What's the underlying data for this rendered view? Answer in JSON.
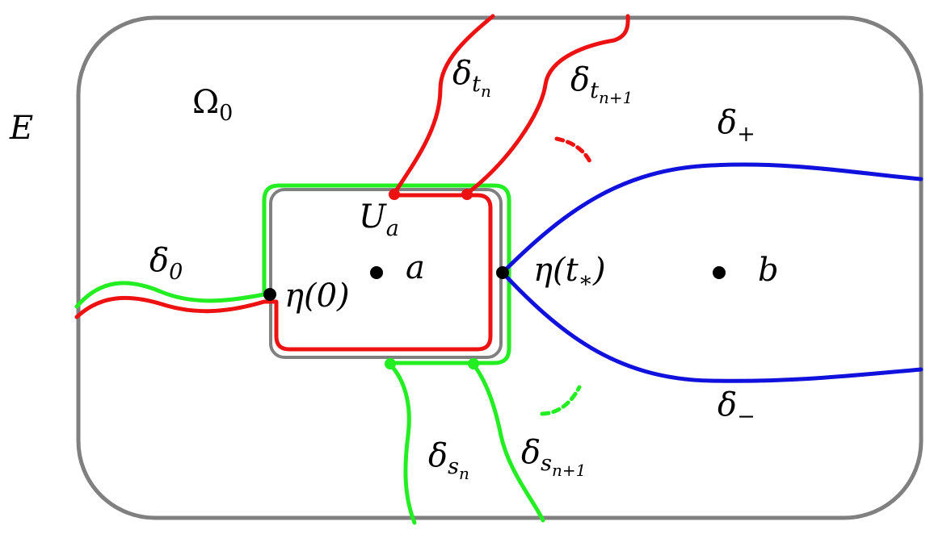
{
  "colors": {
    "frame": "#808080",
    "red": "#ee1111",
    "green": "#22ee22",
    "blue": "#1111dd",
    "point": "#000000"
  },
  "labels": {
    "E": {
      "base": "E"
    },
    "Omega0": {
      "base": "Ω",
      "sub": "0"
    },
    "U_a": {
      "base": "U",
      "sub": "a"
    },
    "a": {
      "base": "a"
    },
    "b": {
      "base": "b"
    },
    "eta0": {
      "base": "η(0)"
    },
    "eta_tstar": {
      "base": "η(t",
      "sub": "∗",
      "tail": ")"
    },
    "delta0": {
      "base": "δ",
      "sub": "0"
    },
    "delta_tn": {
      "base": "δ",
      "sub": "t",
      "subsub": "n"
    },
    "delta_tn1": {
      "base": "δ",
      "sub": "t",
      "subsub": "n+1"
    },
    "delta_plus": {
      "base": "δ",
      "sub": "+"
    },
    "delta_minus": {
      "base": "δ",
      "sub": "−"
    },
    "delta_sn": {
      "base": "δ",
      "sub": "s",
      "subsub": "n"
    },
    "delta_sn1": {
      "base": "δ",
      "sub": "s",
      "subsub": "n+1"
    }
  }
}
